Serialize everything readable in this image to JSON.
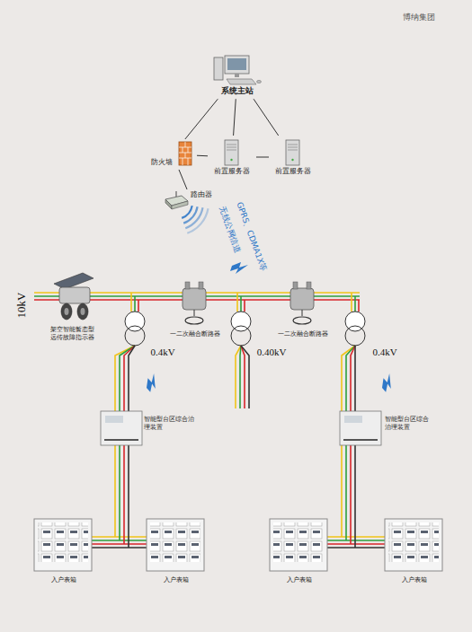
{
  "diagram": {
    "nodes": [
      {
        "text": [
          "系统主站"
        ]
      },
      {
        "text": [
          "防火墙"
        ]
      },
      {
        "text": [
          "前置服务器"
        ]
      },
      {
        "text": [
          "前置服务器"
        ]
      },
      {
        "text": [
          "路由器"
        ]
      },
      {
        "text": [
          "架空智能暂态型 远传故障指示器"
        ]
      },
      {
        "text": [
          "一二次融合断路器"
        ]
      },
      {
        "text": [
          "一二次融合断路器"
        ]
      },
      {
        "text": [
          "智能型台区综合治理装置"
        ]
      },
      {
        "text": [
          "智能型台区综合治理装置"
        ]
      },
      {
        "text": [
          "入户表箱"
        ]
      },
      {
        "text": [
          "入户表箱"
        ]
      },
      {
        "text": [
          "入户表箱"
        ]
      },
      {
        "text": [
          "入户表箱"
        ]
      }
    ],
    "edges": [
      {
        "from": 0,
        "to": 1,
        "arrow": "none"
      },
      {
        "from": 0,
        "to": 2,
        "arrow": "none"
      },
      {
        "from": 0,
        "to": 3,
        "arrow": "none"
      },
      {
        "from": 1,
        "to": 2,
        "arrow": "none"
      },
      {
        "from": 2,
        "to": 3,
        "arrow": "none"
      },
      {
        "from": 1,
        "to": 4,
        "arrow": "none"
      }
    ],
    "labels": [
      "博纳集团",
      "GPRS、CDMA1X等",
      "无线公网信道",
      "10kV",
      "0.4kV",
      "0.40kV",
      "0.4kV"
    ]
  }
}
